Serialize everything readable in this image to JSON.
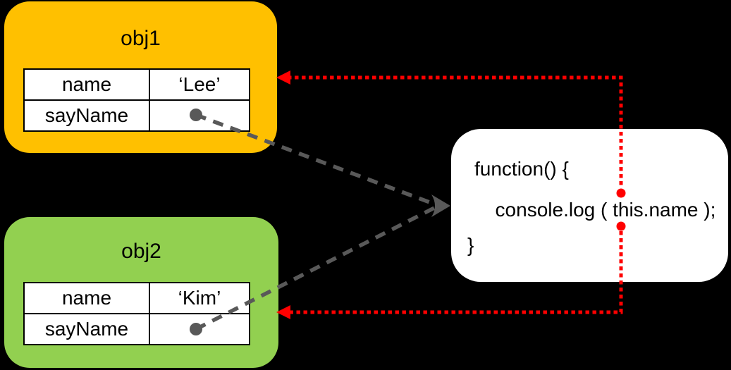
{
  "colors": {
    "background": "#000000",
    "obj1_fill": "#FFC000",
    "obj2_fill": "#92D050",
    "box_fill": "#FFFFFF",
    "arrow_red": "#FF0000",
    "arrow_gray": "#595959",
    "border": "#000000",
    "text": "#000000"
  },
  "obj1": {
    "title": "obj1",
    "rows": [
      {
        "key": "name",
        "value": "‘Lee’"
      },
      {
        "key": "sayName",
        "value": ""
      }
    ]
  },
  "obj2": {
    "title": "obj2",
    "rows": [
      {
        "key": "name",
        "value": "‘Kim’"
      },
      {
        "key": "sayName",
        "value": ""
      }
    ]
  },
  "function_box": {
    "lines": [
      "function() {",
      "  console.log ( this.name );",
      "}"
    ]
  }
}
